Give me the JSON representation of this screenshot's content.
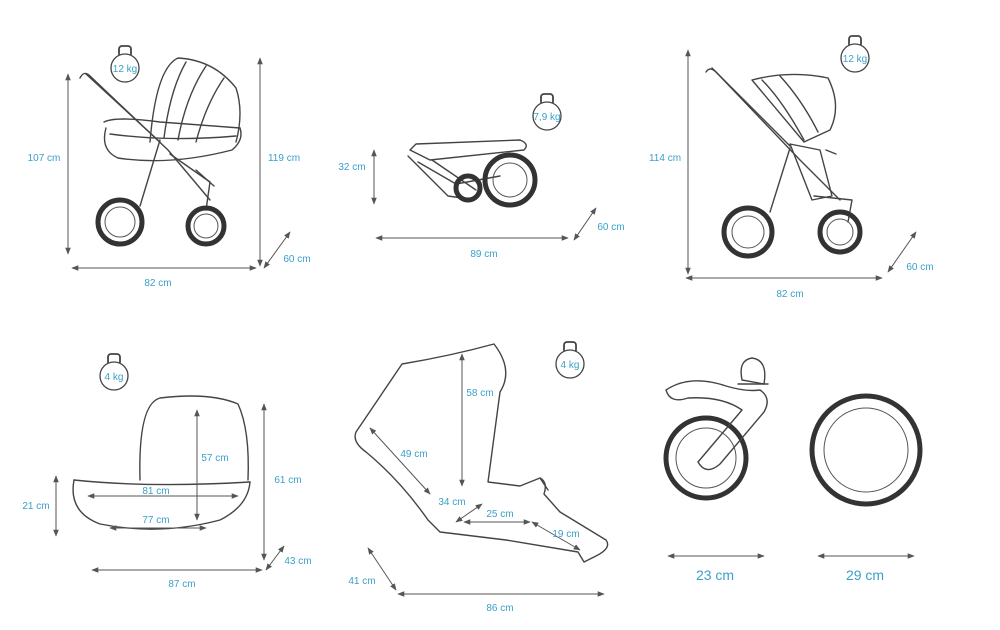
{
  "colors": {
    "label": "#3aa0c8",
    "ink": "#444444",
    "background": "#ffffff"
  },
  "diagrams": {
    "pram": {
      "weight": "12 kg",
      "height_left": "107 cm",
      "height_right": "119 cm",
      "depth": "60 cm",
      "width": "82 cm"
    },
    "folded": {
      "weight": "7,9 kg",
      "height": "32 cm",
      "length": "89 cm",
      "depth": "60 cm"
    },
    "stroller": {
      "weight": "12 kg",
      "height": "114 cm",
      "depth": "60 cm",
      "width": "82 cm"
    },
    "carrycot": {
      "weight": "4 kg",
      "inner_height": "57 cm",
      "height": "61 cm",
      "side_height": "21 cm",
      "top_length": "81 cm",
      "bottom_length": "77 cm",
      "length": "87 cm",
      "depth": "43 cm"
    },
    "seat": {
      "weight": "4 kg",
      "back_height": "58 cm",
      "back_length": "49 cm",
      "seat_depth_small": "34 cm",
      "seat_length": "25 cm",
      "footrest": "19 cm",
      "width": "41 cm",
      "length": "86 cm"
    },
    "wheels": {
      "front": "23 cm",
      "rear": "29 cm"
    }
  }
}
